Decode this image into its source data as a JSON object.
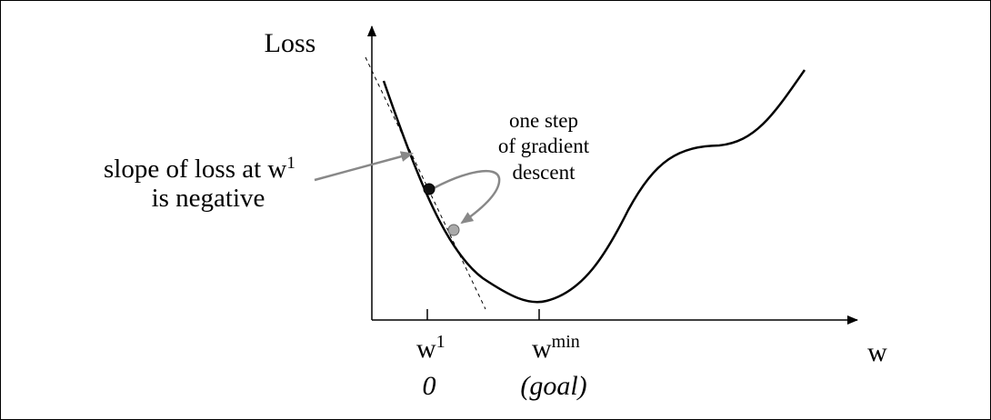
{
  "colors": {
    "ink": "#000000",
    "arrow_gray": "#888888",
    "point_next_fill": "#aaaaaa",
    "point_current_fill": "#111111"
  },
  "diagram": {
    "y_axis_label": "Loss",
    "x_axis_label": "w",
    "slope_annotation": {
      "line1": "slope of loss at w",
      "line1_sup": "1",
      "line2": "is negative"
    },
    "step_annotation": {
      "line1": "one step",
      "line2": "of gradient",
      "line3": "descent"
    },
    "ticks": [
      {
        "base": "w",
        "sup": "1",
        "below": "0"
      },
      {
        "base": "w",
        "sup": "min",
        "below": "(goal)"
      }
    ]
  }
}
